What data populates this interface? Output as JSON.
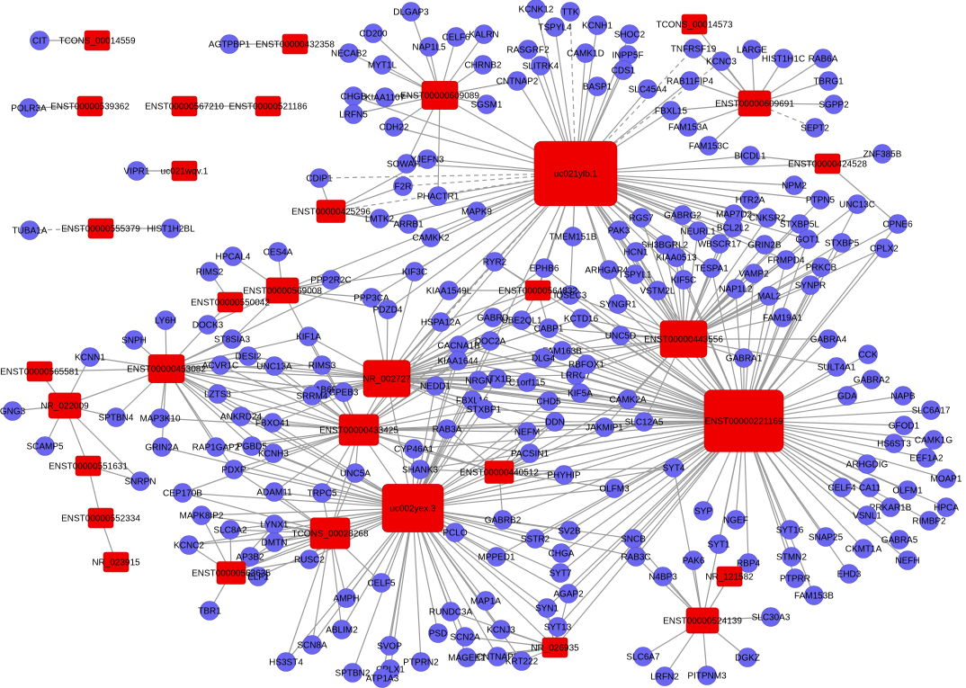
{
  "colors": {
    "gene_node": "#6b66f0",
    "lncrna_node": "#ee0000",
    "edge": "#9a9a9a"
  },
  "lncrnas": [
    {
      "id": "TCONS_00014559"
    },
    {
      "id": "ENST00000432358"
    },
    {
      "id": "ENST00000539362"
    },
    {
      "id": "ENST00000567210"
    },
    {
      "id": "ENST00000521186"
    },
    {
      "id": "uc021wqv.1"
    },
    {
      "id": "ENST00000555379"
    },
    {
      "id": "ENST00000609089"
    },
    {
      "id": "TCONS_00014573"
    },
    {
      "id": "ENST00000609691"
    },
    {
      "id": "uc021ylb.1"
    },
    {
      "id": "ENST00000424528"
    },
    {
      "id": "ENST00000425296"
    },
    {
      "id": "ENST00000569008"
    },
    {
      "id": "ENST00000550042"
    },
    {
      "id": "ENST00000564832"
    },
    {
      "id": "ENST00000443556"
    },
    {
      "id": "ENST00000453082"
    },
    {
      "id": "ENST00000565581"
    },
    {
      "id": "NR_022009"
    },
    {
      "id": "NR_002727"
    },
    {
      "id": "ENST00000221169"
    },
    {
      "id": "ENST00000433425"
    },
    {
      "id": "ENST00000440512"
    },
    {
      "id": "ENST00000551631"
    },
    {
      "id": "uc002yex.3"
    },
    {
      "id": "ENST00000552334"
    },
    {
      "id": "TCONS_00028268"
    },
    {
      "id": "NR_023915"
    },
    {
      "id": "ENST00000563635"
    },
    {
      "id": "NR_121582"
    },
    {
      "id": "ENST00000524139"
    },
    {
      "id": "NR_026935"
    }
  ],
  "genes": [
    "CIT",
    "AGTPBP1",
    "POLR3A",
    "VIPR1",
    "TUBA1A",
    "HIST1H2BL",
    "DLGAP3",
    "CD200",
    "NECAB2",
    "MYT1L",
    "NAP1L5",
    "CELF6",
    "KALRN",
    "CHGB",
    "CHRNB2",
    "KCNK12",
    "TTK",
    "TSPYL4",
    "RASGRF2",
    "SLITRK4",
    "CNTNAP2",
    "KCNH1",
    "SHOC2",
    "CAMK1D",
    "INPP5F",
    "BASP1",
    "CDS1",
    "SLC45A4",
    "TNFRSF19",
    "KCNC3",
    "LARGE",
    "HIST1H1C",
    "RAB6A",
    "TBRG1",
    "SGPP2",
    "SEPT2",
    "RAB11FIP4",
    "FBXL15",
    "FAM153A",
    "FAM153C",
    "KIAA1107",
    "LRFN5",
    "SGSM1",
    "CDH22",
    "SOWAHA",
    "YJEFN3",
    "CDIP1",
    "F2R",
    "PHACTR1",
    "LMTK2",
    "ARRB1",
    "MAPK9",
    "CAMKK2",
    "BICDL1",
    "ZNF385B",
    "CPNE6",
    "NPM2",
    "PTPN5",
    "UNC13C",
    "HTR2A",
    "MAP7D2",
    "GABRG2",
    "CNKSR2",
    "RGS7",
    "NEURL1",
    "BCL2L2",
    "STXBP5L",
    "GOT1",
    "STXBP5",
    "PAK3",
    "SH3BGRL2",
    "HCN1",
    "KIAA0513",
    "WBSCR17",
    "GRIN2B",
    "CPLX2",
    "FRMPD4",
    "PRKCB",
    "SYNPR",
    "TMEM151B",
    "ARHGAP44",
    "TSPYL1",
    "VSTM2L",
    "TESPA1",
    "KIF5C",
    "NAP1L2",
    "VAMP2",
    "MAL2",
    "FAM19A1",
    "HPCAL4",
    "CES4A",
    "RIMS2",
    "DOCK3",
    "ST8SIA3",
    "PPP2R2C",
    "PPP3CA",
    "KIF3C",
    "PDZD4",
    "KIAA1549L",
    "RYR2",
    "EPHB6",
    "IQSEC3",
    "SYNGR1",
    "GABRD",
    "UBE2QL1",
    "HSPA12A",
    "CABP1",
    "KCTD16",
    "LY6H",
    "SNPH",
    "KCNN1",
    "GNG3",
    "SCAMP5",
    "SPTBN4",
    "MAP3K10",
    "LZTS3",
    "ACVR1C",
    "UNC13A",
    "DESI2",
    "KIF1A",
    "RIMS3",
    "RAB6B",
    "CPEB3",
    "SRRM4",
    "ANKRD24",
    "FBXO41",
    "GRIN2A",
    "RAP1GAP2",
    "PGBD5",
    "KCNH3",
    "PDXP",
    "CEP170B",
    "ADAM11",
    "TRPC5",
    "MAPK8IP2",
    "SLC8A2",
    "LYNX1",
    "DMTN",
    "KCNC2",
    "AP3B2",
    "RUSC2",
    "ELF1",
    "TBR1",
    "SNRPN",
    "CACNA1B",
    "DOC2A",
    "NEDD1",
    "KIAA1644",
    "STX1B",
    "NRGN",
    "C1orf115",
    "FBXL16",
    "LRRC7",
    "CHD5",
    "KIF5A",
    "STXBP1",
    "DDN",
    "NEFM",
    "JAKMIP1",
    "SLC12A5",
    "CAMK2A",
    "FAM163B",
    "RBFOX1",
    "UNC5D",
    "DLG4",
    "GABRA1",
    "GABRA4",
    "CCK",
    "SULT4A1",
    "GABRA2",
    "GDA",
    "NAPB",
    "SLC6A17",
    "GFOD1",
    "CAMK1G",
    "HS6ST3",
    "EEF1A2",
    "ARHGDIG",
    "MOAP1",
    "CELF4",
    "CA11",
    "OLFM1",
    "HPCA",
    "PRKAR1B",
    "RIMBP2",
    "VSNL1",
    "SYT16",
    "SNAP25",
    "GABRA5",
    "NGEF",
    "SYP",
    "SYT1",
    "RBP4",
    "STMN2",
    "CKMT1A",
    "PTPRR",
    "EHD3",
    "NEFH",
    "FAM153B",
    "CYP46A1",
    "SHANK3",
    "UNC5A",
    "RAB3A",
    "PACSIN1",
    "PHYHIP",
    "OLFM3",
    "SYT4",
    "GABRB2",
    "SV2B",
    "SSTR2",
    "SNCB",
    "MPPED1",
    "PCLO",
    "CHGA",
    "RAB3C",
    "SYT7",
    "AGAP2",
    "SYN1",
    "SYT13",
    "N4BP3",
    "PAK6",
    "SLC30A3",
    "SLC6A7",
    "LRFN2",
    "PITPNM3",
    "DGKZ",
    "AMPH",
    "CELF5",
    "ABLIM2",
    "SCN8A",
    "HS3ST4",
    "SPTBN2",
    "SVOP",
    "CPLX1",
    "ATP1A3",
    "PTPRN2",
    "PSD",
    "RUNDC3A",
    "SCN2A",
    "MAGEE1",
    "MAP1A",
    "KCNJ3",
    "CNTNAP5",
    "KRT222"
  ]
}
